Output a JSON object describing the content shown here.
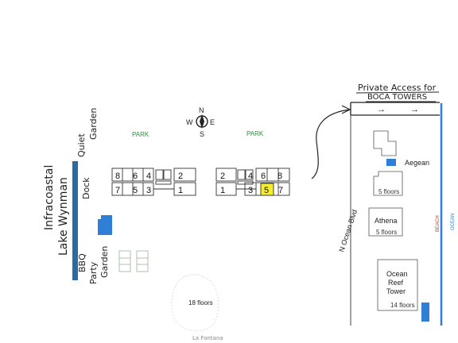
{
  "labels": {
    "intracoastal": "Infracoastal",
    "lake": "Lake Wynman",
    "dock": "Dock",
    "quiet_garden_1": "Quiet",
    "quiet_garden_2": "Garden",
    "bbq_1": "BBQ",
    "bbq_2": "Party",
    "bbq_3": "Garden",
    "park_left": "PARK",
    "park_right": "PARK",
    "private_access_1": "Private Access for",
    "private_access_2": "BOCA TOWERS",
    "arrow_1": "→",
    "arrow_2": "→",
    "n_ocean_blvd": "N Ocean Blvd",
    "beach": "BEACH",
    "ocean": "OCEAN",
    "floors_18": "18 floors",
    "la_fontana": "La Fontana"
  },
  "compass": {
    "n": "N",
    "s": "S",
    "e": "E",
    "w": "W"
  },
  "left_block": {
    "top": [
      "8",
      "6",
      "4",
      "2"
    ],
    "bottom": [
      "7",
      "5",
      "3",
      "1"
    ]
  },
  "right_block": {
    "top": [
      "2",
      "4",
      "6",
      "8"
    ],
    "bottom": [
      "1",
      "3",
      "5",
      "7"
    ],
    "highlighted_unit": "5"
  },
  "buildings": {
    "aegean": {
      "name": "Aegean",
      "floors": "5 floors"
    },
    "athena": {
      "name": "Athena",
      "floors": "5 floors"
    },
    "ocean_reef": {
      "name_1": "Ocean",
      "name_2": "Reef",
      "name_3": "Tower",
      "floors": "14 floors"
    }
  },
  "colors": {
    "water_blue": "#2f7fd6",
    "highlight_yellow": "#f7ee2b",
    "park_green": "#2f8a3c",
    "beach_red": "#c0392b",
    "ink": "#222222",
    "lake_bar": "#2a6ba5"
  }
}
